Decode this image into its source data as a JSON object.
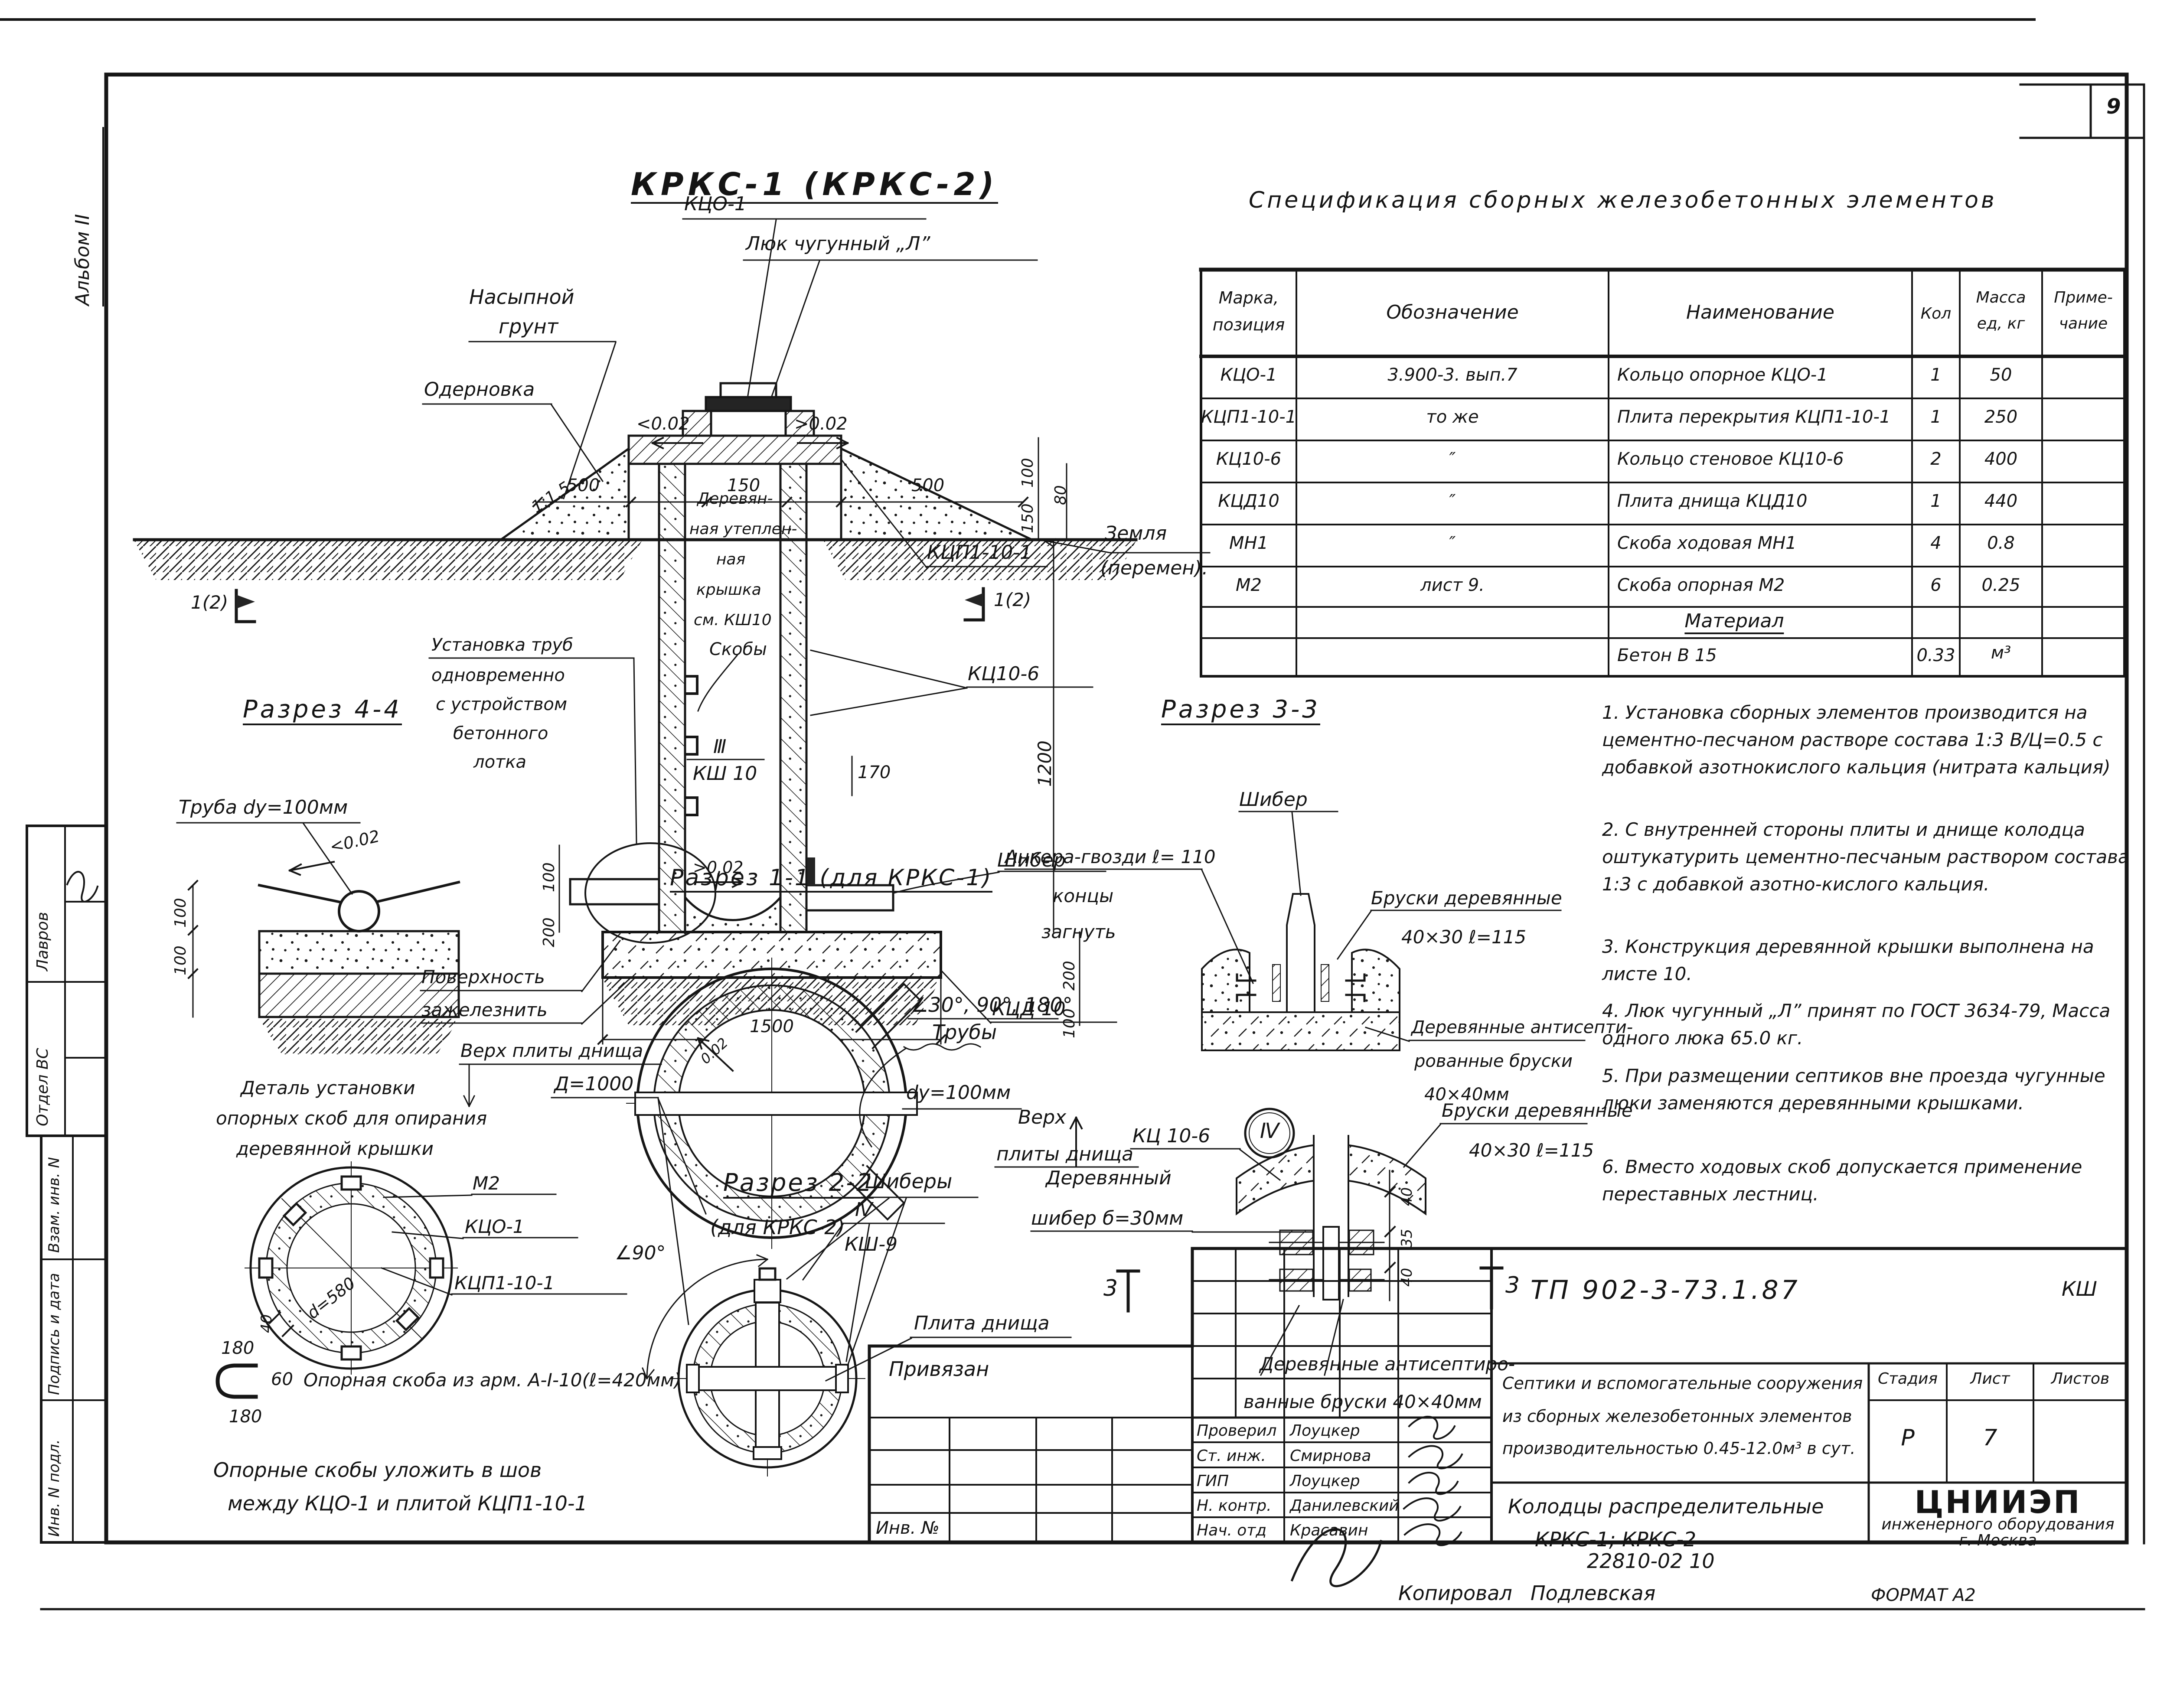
{
  "page": {
    "number": "9",
    "album": "Альбом II",
    "footer_code": "22810-02  10",
    "kopir_label": "Копировал",
    "kopir_name": "Подлевская",
    "format": "ФОРМАТ А2"
  },
  "leftstamp": {
    "sig": "Лавров",
    "dept": "Отдел ВС",
    "vzam": "Взам. инв. N",
    "podp": "Подпись и дата",
    "inv": "Инв. N подл."
  },
  "title": "КРКС-1 (КРКС-2)",
  "spec": {
    "title": "Спецификация сборных железобетонных элементов",
    "h_mark1": "Марка,",
    "h_mark2": "позиция",
    "h_oboz": "Обозначение",
    "h_name": "Наименование",
    "h_qty": "Кол",
    "h_mass1": "Масса",
    "h_mass2": "ед, кг",
    "h_note1": "Приме-",
    "h_note2": "чание",
    "rows": [
      {
        "mark": "КЦО-1",
        "oboz": "3.900-3. вып.7",
        "name": "Кольцо опорное   КЦО-1",
        "qty": "1",
        "mass": "50"
      },
      {
        "mark": "КЦП1-10-1",
        "oboz": "то же",
        "name": "Плита перекрытия КЦП1-10-1",
        "qty": "1",
        "mass": "250"
      },
      {
        "mark": "КЦ10-6",
        "oboz": "″",
        "name": "Кольцо стеновое  КЦ10-6",
        "qty": "2",
        "mass": "400"
      },
      {
        "mark": "КЦД10",
        "oboz": "″",
        "name": "Плита днища   КЦД10",
        "qty": "1",
        "mass": "440"
      },
      {
        "mark": "МН1",
        "oboz": "″",
        "name": "Скоба ходовая   МН1",
        "qty": "4",
        "mass": "0.8"
      },
      {
        "mark": "М2",
        "oboz": "лист 9.",
        "name": "Скоба опорная   М2",
        "qty": "6",
        "mass": "0.25"
      }
    ],
    "material_title": "Материал",
    "material": {
      "name": "Бетон  В 15",
      "qty": "0.33",
      "unit": "м³"
    }
  },
  "notes": [
    "1. Установка сборных элементов производится на цементно-песчаном растворе состава 1:3 В/Ц=0.5 с добавкой азотнокислого кальция (нитрата кальция)",
    "2. С внутренней стороны плиты и днище колодца оштукатурить цементно-песчаным раствором состава 1:3 с добавкой азотно-кислого кальция.",
    "3. Конструкция деревянной крышки выполнена на листе 10.",
    "4. Люк чугунный „Л” принят по ГОСТ 3634-79, Масса одного люка 65.0 кг.",
    "5. При размещении септиков вне проезда чугунные люки заменяются деревянными крышками.",
    "6. Вместо ходовых скоб допускается применение переставных лестниц."
  ],
  "ms": {
    "kco1": "КЦО-1",
    "luk": "Люк чугунный „Л”",
    "nasyp1": "Насыпной",
    "nasyp2": "грунт",
    "odern": "Одерновка",
    "slope": "1:1.5",
    "sl_l": "<0.02",
    "sl_r": ">0.02",
    "d500a": "500",
    "d150": "150",
    "d500b": "500",
    "kcp": "КЦП1-10-1",
    "zemlya1": "Земля",
    "zemlya2": "(перемен).",
    "kc106": "КЦ10-6",
    "skoby": "Скобы",
    "kr1": "Деревян-",
    "kr2": "ная утеплен-",
    "kr3": "ная",
    "kr4": "крышка",
    "kr5": "см. КШ10",
    "ust1": "Установка труб",
    "ust2": "одновременно",
    "ust3": "с устройством",
    "ust4": "бетонного",
    "ust5": "лотка",
    "mark3": "Ⅲ",
    "ksh10": "КШ 10",
    "sl_b": ">0.02",
    "d170": "170",
    "shiber": "Шибер",
    "d1200": "1200",
    "d100r": "100",
    "d150r": "150",
    "d80": "80",
    "d200r": "200",
    "d100rb": "100",
    "d100l": "100",
    "d200l": "200",
    "pov1": "Поверхность",
    "pov2": "зажелезнить",
    "verh": "Верх плиты днища",
    "d1500": "1500",
    "kcd": "КЦД 10",
    "sec12a": "1(2)",
    "sec12b": "1(2)"
  },
  "r44": {
    "title": "Разрез 4-4",
    "truba": "Труба dу=100мм",
    "sl": "<0.02",
    "d100a": "100",
    "d100b": "100"
  },
  "r11": {
    "title": "Разрез 1-1 (для КРКС-1)",
    "angles": "∠30°, 90°, 180°",
    "truby": "Трубы",
    "dy": "dу=100мм",
    "slope": "0.02"
  },
  "r22": {
    "title": "Разрез 2-2",
    "sub": "(для КРКС-2)",
    "shibery": "Шиберы",
    "d1000": "Д=1000",
    "a90": "∠90°",
    "m4": "Ⅳ",
    "ksh9": "КШ-9",
    "plita": "Плита днища"
  },
  "dsk": {
    "t1": "Деталь установки",
    "t2": "опорных скоб для опирания",
    "t3": "деревянной крышки",
    "m2": "М2",
    "kco": "КЦО-1",
    "kcp": "КЦП1-10-1",
    "d580": "d=580",
    "d40": "40",
    "d180a": "180",
    "d180b": "180",
    "d60": "60",
    "skoba": "Опорная скоба из арм. А-I-10(ℓ=420мм)",
    "note1": "Опорные скобы уложить в шов",
    "note2": "между КЦО-1 и плитой КЦП1-10-1"
  },
  "r33": {
    "title": "Разрез 3-3",
    "shiber": "Шибер",
    "ank": "Анкера-гвозди ℓ= 110",
    "k1": "концы",
    "k2": "загнуть",
    "br1": "Бруски деревянные",
    "br2": "40×30 ℓ=115",
    "verh1": "Верх",
    "verh2": "плиты днища",
    "ant1": "Деревянные антисепти-",
    "ant2": "рованные бруски",
    "ant3": "40×40мм",
    "m4": "Ⅳ"
  },
  "sd": {
    "kc106": "КЦ 10-6",
    "der1": "Деревянный",
    "der2": "шибер б=30мм",
    "br1": "Бруски деревянные",
    "br2": "40×30 ℓ=115",
    "ant1": "Деревянные антисептиро-",
    "ant2": "ванные бруски 40×40мм",
    "d40a": "40",
    "d35": "35",
    "d40b": "40",
    "s3a": "3",
    "s3b": "3"
  },
  "tb": {
    "doc": "ТП 902-3-73.1.87",
    "ksh": "КШ",
    "privyazan": "Привязан",
    "inv": "Инв. №",
    "roles": [
      {
        "r": "Проверил",
        "n": "Лоуцкер"
      },
      {
        "r": "Ст. инж.",
        "n": "Смирнова"
      },
      {
        "r": "ГИП",
        "n": "Лоуцкер"
      },
      {
        "r": "Н. контр.",
        "n": "Данилевский"
      },
      {
        "r": "Нач. отд",
        "n": "Красавин"
      }
    ],
    "proj1": "Септики и вспомогательные сооружения",
    "proj2": "из сборных железобетонных элементов",
    "proj3": "производительностью 0.45-12.0м³ в сут.",
    "stadiya": "Стадия",
    "list": "Лист",
    "listov": "Листов",
    "st_v": "Р",
    "list_v": "7",
    "name1": "Колодцы  распределительные",
    "name2": "КРКС-1;  КРКС-2",
    "org1": "ЦНИИЭП",
    "org2": "инженерного оборудования",
    "org3": "г. Москва"
  }
}
